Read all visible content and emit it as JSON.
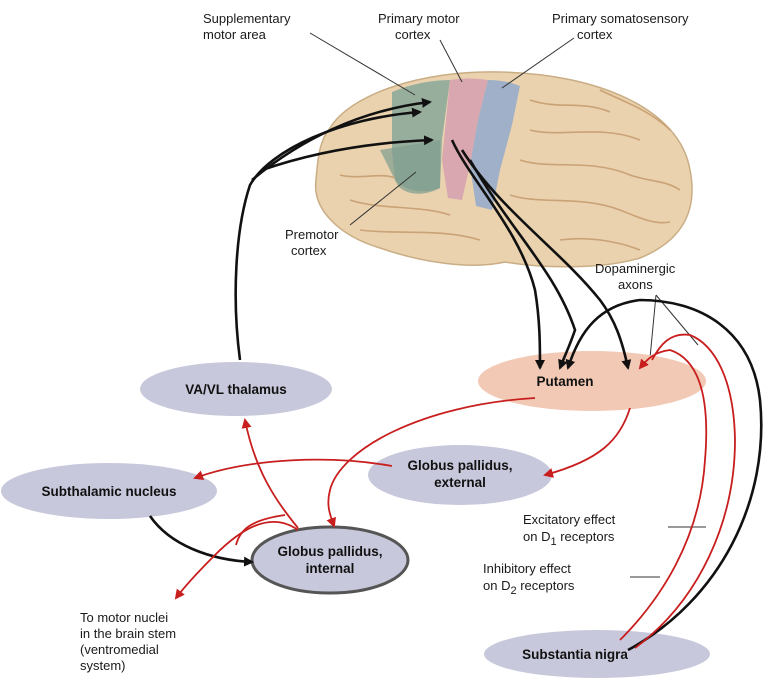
{
  "labels": {
    "supplementary_motor_area": [
      "Supplementary",
      "motor area"
    ],
    "primary_motor_cortex": [
      "Primary motor",
      "cortex"
    ],
    "primary_somatosensory_cortex": [
      "Primary somatosensory",
      "cortex"
    ],
    "premotor_cortex": [
      "Premotor",
      "cortex"
    ],
    "dopaminergic_axons": [
      "Dopaminergic",
      "axons"
    ],
    "excitatory_effect": [
      "Excitatory effect",
      "on D",
      "1",
      " receptors"
    ],
    "inhibitory_effect": [
      "Inhibitory effect",
      "on D",
      "2",
      " receptors"
    ],
    "motor_nuclei": [
      "To motor nuclei",
      "in the brain stem",
      "(ventromedial",
      "system)"
    ]
  },
  "nodes": {
    "thalamus": "VA/VL thalamus",
    "putamen": "Putamen",
    "gp_external": [
      "Globus pallidus,",
      "external"
    ],
    "subthalamic": "Subthalamic nucleus",
    "gp_internal": [
      "Globus pallidus,",
      "internal"
    ],
    "substantia_nigra": "Substantia nigra"
  },
  "colors": {
    "node_fill": "#c8c8dc",
    "putamen_fill": "#f2c9b4",
    "brain": "#ead2ae",
    "sma_region": "#8aa89a",
    "motor_strip": "#d9a7b0",
    "somatosensory_strip": "#9fb0c8",
    "excitatory_arrow": "#111111",
    "inhibitory_arrow": "#c81e1e"
  }
}
